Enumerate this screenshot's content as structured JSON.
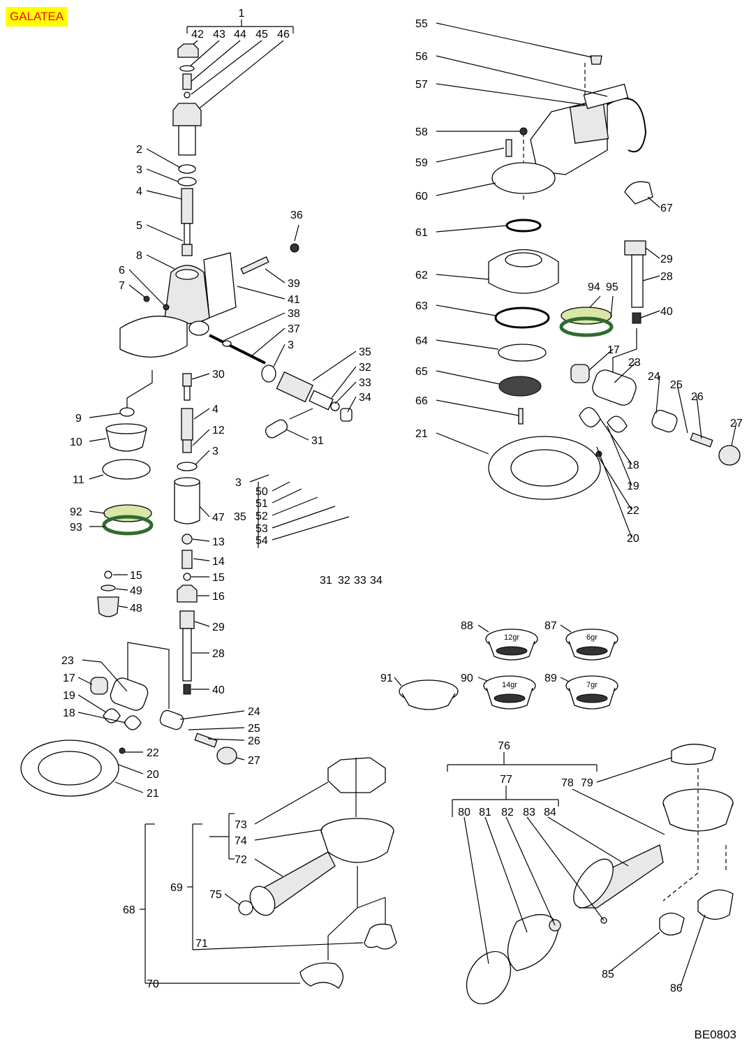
{
  "brand": "GALATEA",
  "drawing_code": "BE0803",
  "colors": {
    "brand_bg": "#ffff00",
    "brand_text": "#ff0000",
    "gasket_fill": "#d9e6a8",
    "gasket_ring": "#2f6b2f"
  },
  "basket_capacities": {
    "b88": "12gr",
    "b87": "6gr",
    "b90": "14gr",
    "b89": "7gr"
  },
  "callouts": {
    "c1": "1",
    "c2": "2",
    "c3a": "3",
    "c3b": "3",
    "c3c": "3",
    "c3d": "3",
    "c4a": "4",
    "c4b": "4",
    "c5": "5",
    "c6": "6",
    "c7": "7",
    "c8": "8",
    "c9": "9",
    "c10": "10",
    "c11": "11",
    "c12": "12",
    "c13": "13",
    "c14": "14",
    "c15a": "15",
    "c15b": "15",
    "c16": "16",
    "c17a": "17",
    "c17b": "17",
    "c18a": "18",
    "c18b": "18",
    "c19a": "19",
    "c19b": "19",
    "c20a": "20",
    "c20b": "20",
    "c21a": "21",
    "c21b": "21",
    "c22a": "22",
    "c22b": "22",
    "c23a": "23",
    "c23b": "23",
    "c24a": "24",
    "c24b": "24",
    "c25a": "25",
    "c25b": "25",
    "c26a": "26",
    "c26b": "26",
    "c27a": "27",
    "c27b": "27",
    "c28a": "28",
    "c28b": "28",
    "c29a": "29",
    "c29b": "29",
    "c30": "30",
    "c31a": "31",
    "c31b": "31",
    "c32a": "32",
    "c32b": "32",
    "c33a": "33",
    "c33b": "33",
    "c34a": "34",
    "c34b": "34",
    "c35a": "35",
    "c35b": "35",
    "c36": "36",
    "c37": "37",
    "c38": "38",
    "c39": "39",
    "c40a": "40",
    "c40b": "40",
    "c41": "41",
    "c42": "42",
    "c43": "43",
    "c44": "44",
    "c45": "45",
    "c46": "46",
    "c47": "47",
    "c48": "48",
    "c49": "49",
    "c50": "50",
    "c51": "51",
    "c52": "52",
    "c53": "53",
    "c54": "54",
    "c55": "55",
    "c56": "56",
    "c57": "57",
    "c58": "58",
    "c59": "59",
    "c60": "60",
    "c61": "61",
    "c62": "62",
    "c63": "63",
    "c64": "64",
    "c65": "65",
    "c66": "66",
    "c67": "67",
    "c68": "68",
    "c69": "69",
    "c70": "70",
    "c71": "71",
    "c72": "72",
    "c73": "73",
    "c74": "74",
    "c75": "75",
    "c76": "76",
    "c77": "77",
    "c78": "78",
    "c79": "79",
    "c80": "80",
    "c81": "81",
    "c82": "82",
    "c83": "83",
    "c84": "84",
    "c85": "85",
    "c86": "86",
    "c87": "87",
    "c88": "88",
    "c89": "89",
    "c90": "90",
    "c91": "91",
    "c92": "92",
    "c93": "93",
    "c94": "94",
    "c95": "95"
  }
}
